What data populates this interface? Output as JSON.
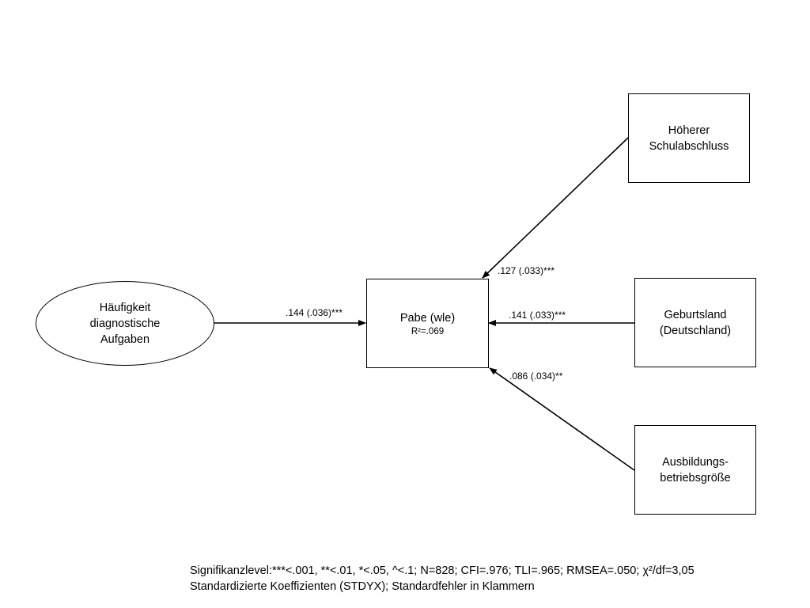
{
  "nodes": {
    "haeufigkeit": {
      "lines": [
        "Häufigkeit",
        "diagnostische",
        "Aufgaben"
      ]
    },
    "pabe": {
      "title": "Pabe (wle)",
      "r2": "R²=.069"
    },
    "schulabschluss": {
      "lines": [
        "Höherer",
        "Schulabschluss"
      ]
    },
    "geburtsland": {
      "lines": [
        "Geburtsland",
        "(Deutschland)"
      ]
    },
    "betriebsgroesse": {
      "lines": [
        "Ausbildungs-",
        "betriebsgröße"
      ]
    }
  },
  "paths": {
    "haeufigkeit_to_pabe": ".144 (.036)***",
    "schulabschluss_to_pabe": ".127 (.033)***",
    "geburtsland_to_pabe": ".141 (.033)***",
    "betriebsgroesse_to_pabe": ".086 (.034)**"
  },
  "footnote": {
    "line1": "Signifikanzlevel:***<.001, **<.01, *<.05, ^<.1; N=828; CFI=.976; TLI=.965; RMSEA=.050; χ²/df=3,05",
    "line2": "Standardizierte Koeffizienten (STDYX); Standardfehler in Klammern"
  }
}
